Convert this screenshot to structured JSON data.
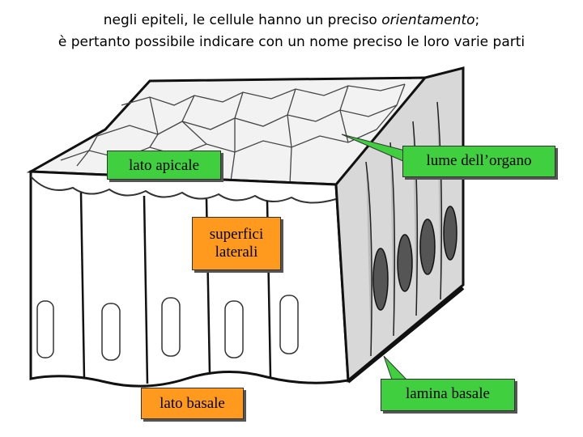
{
  "heading": {
    "line1_before": "negli epiteli, le cellule hanno un preciso ",
    "line1_emphasis": "orientamento",
    "line1_after": ";",
    "line2": "è pertanto possibile indicare con un nome preciso le loro varie parti"
  },
  "labels": {
    "apical": "lato apicale",
    "lumen": "lume dell’organo",
    "lateral_line1": "superfici",
    "lateral_line2": "laterali",
    "basal": "lato basale",
    "lamina": "lamina basale"
  },
  "colors": {
    "lumen_callout": "#3fcf3f",
    "lamina_callout": "#3fcf3f",
    "apical_callout": "#3fcf3f",
    "lateral_callout": "#ff9a1e",
    "basal_callout": "#ff9a1e"
  }
}
